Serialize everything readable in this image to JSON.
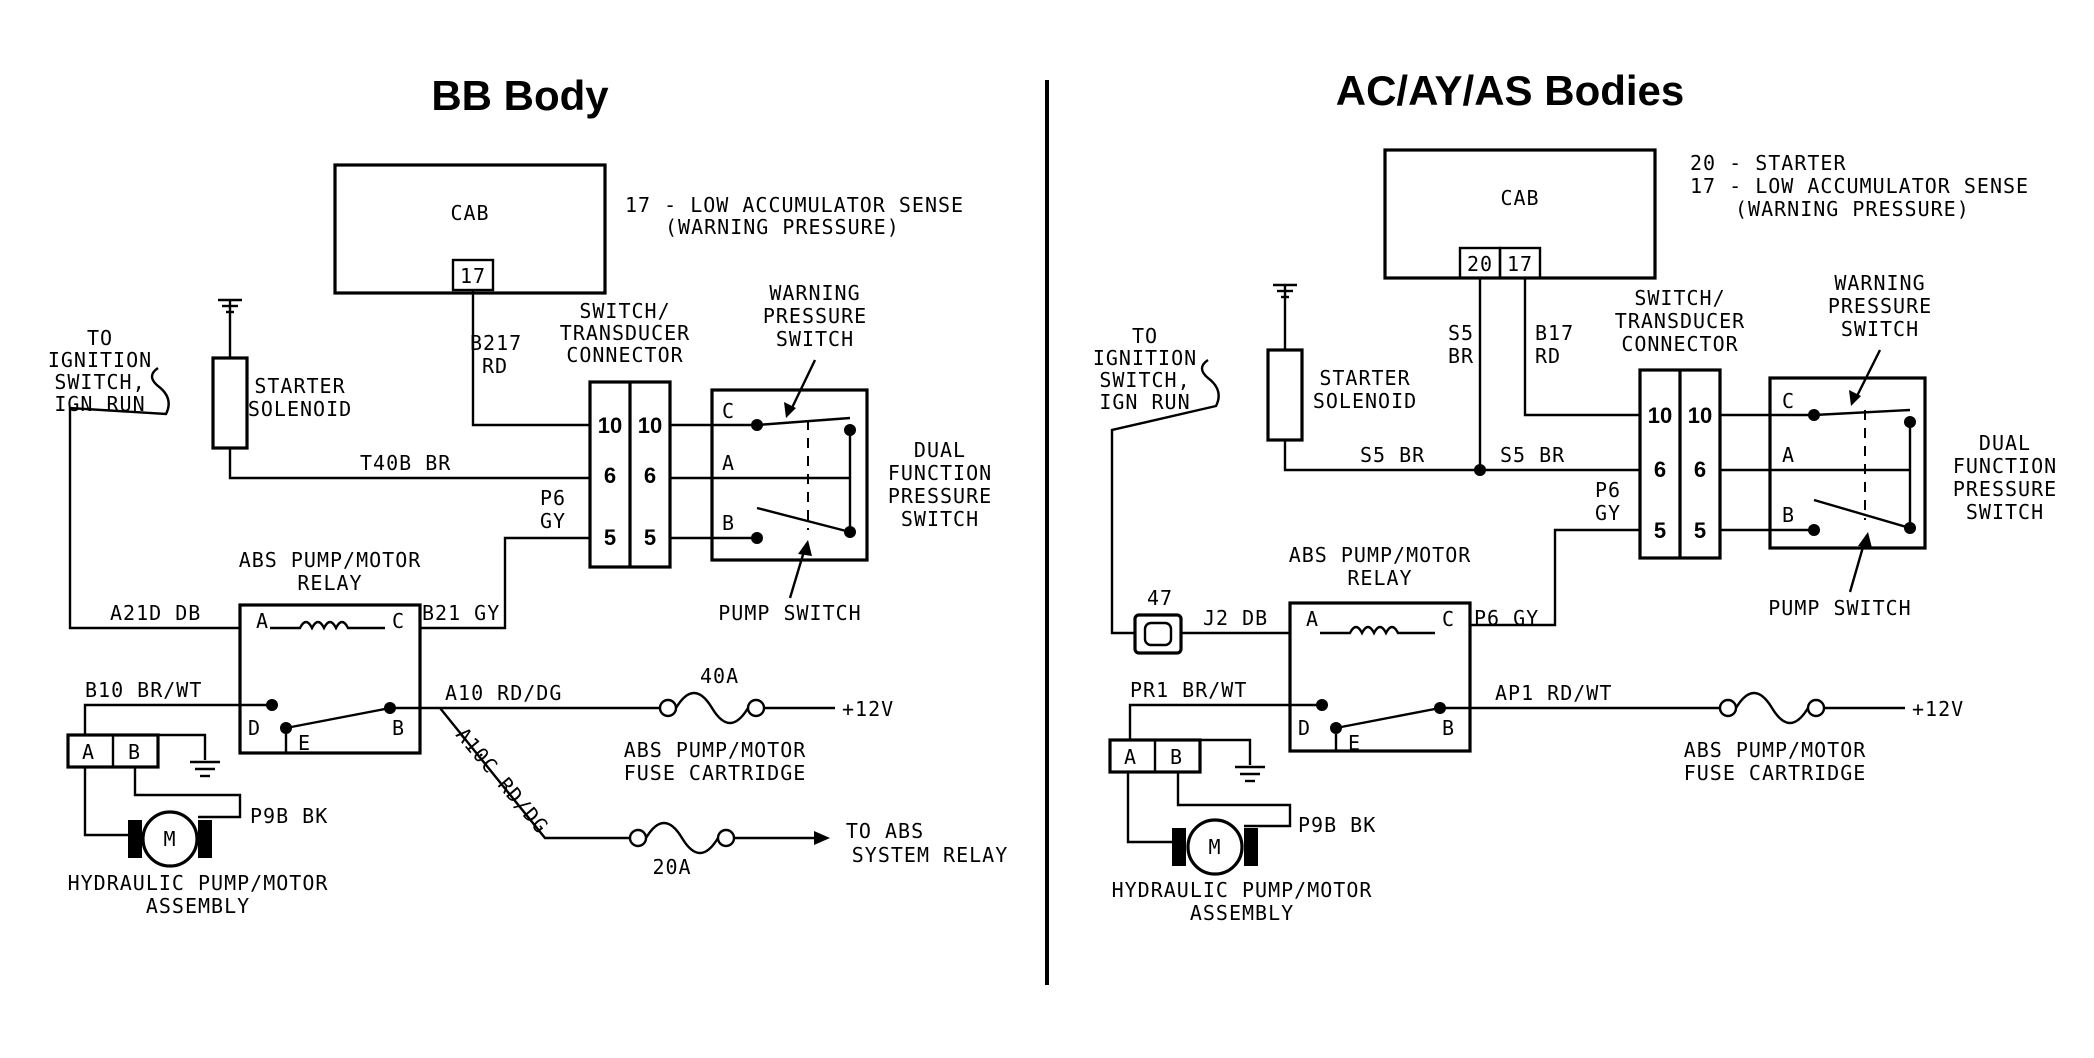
{
  "left": {
    "title": "BB Body",
    "cab": "CAB",
    "cab_pin": "17",
    "cab_note": [
      "17 - LOW ACCUMULATOR SENSE",
      "(WARNING PRESSURE)"
    ],
    "wire_cab": [
      "B217",
      "RD"
    ],
    "connector": [
      "SWITCH/",
      "TRANSDUCER",
      "CONNECTOR"
    ],
    "conn_pins": [
      "10",
      "6",
      "5"
    ],
    "warning_switch": [
      "WARNING",
      "PRESSURE",
      "SWITCH"
    ],
    "dual_switch": [
      "DUAL",
      "FUNCTION",
      "PRESSURE",
      "SWITCH"
    ],
    "switch_terms": [
      "C",
      "A",
      "B"
    ],
    "pump_switch": "PUMP SWITCH",
    "ignition": [
      "TO",
      "IGNITION",
      "SWITCH,",
      "IGN RUN"
    ],
    "starter": [
      "STARTER",
      "SOLENOID"
    ],
    "wire_starter": "T40B BR",
    "wire_p6": [
      "P6",
      "GY"
    ],
    "relay": [
      "ABS PUMP/MOTOR",
      "RELAY"
    ],
    "relay_terms": [
      "A",
      "C",
      "D",
      "E",
      "B"
    ],
    "wire_a21d": "A21D DB",
    "wire_b21": "B21 GY",
    "wire_b10": "B10 BR/WT",
    "wire_a10": "A10 RD/DG",
    "wire_a10c": "A10C RD/DG",
    "fuse_40": "40A",
    "v12": "+12V",
    "fuse_cart": [
      "ABS PUMP/MOTOR",
      "FUSE CARTRIDGE"
    ],
    "fuse_20": "20A",
    "to_abs": [
      "TO ABS",
      "SYSTEM RELAY"
    ],
    "motor_conn": [
      "A",
      "B"
    ],
    "motor": "M",
    "wire_p9b": "P9B BK",
    "pump_assy": [
      "HYDRAULIC PUMP/MOTOR",
      "ASSEMBLY"
    ]
  },
  "right": {
    "title": "AC/AY/AS Bodies",
    "cab": "CAB",
    "cab_pins": [
      "20",
      "17"
    ],
    "cab_note": [
      "20 - STARTER",
      "17 - LOW ACCUMULATOR SENSE",
      "(WARNING PRESSURE)"
    ],
    "wire_s5v": [
      "S5",
      "BR"
    ],
    "wire_b17": [
      "B17",
      "RD"
    ],
    "connector": [
      "SWITCH/",
      "TRANSDUCER",
      "CONNECTOR"
    ],
    "conn_pins": [
      "10",
      "6",
      "5"
    ],
    "warning_switch": [
      "WARNING",
      "PRESSURE",
      "SWITCH"
    ],
    "dual_switch": [
      "DUAL",
      "FUNCTION",
      "PRESSURE",
      "SWITCH"
    ],
    "switch_terms": [
      "C",
      "A",
      "B"
    ],
    "pump_switch": "PUMP SWITCH",
    "ignition": [
      "TO",
      "IGNITION",
      "SWITCH,",
      "IGN RUN"
    ],
    "starter": [
      "STARTER",
      "SOLENOID"
    ],
    "wire_s5a": "S5 BR",
    "wire_s5b": "S5 BR",
    "wire_p6": [
      "P6",
      "GY"
    ],
    "relay": [
      "ABS PUMP/MOTOR",
      "RELAY"
    ],
    "relay_terms": [
      "A",
      "C",
      "D",
      "E",
      "B"
    ],
    "splice": "47",
    "wire_j2": "J2 DB",
    "wire_p6gy": "P6 GY",
    "wire_pr1": "PR1 BR/WT",
    "wire_ap1": "AP1 RD/WT",
    "v12": "+12V",
    "fuse_cart": [
      "ABS PUMP/MOTOR",
      "FUSE CARTRIDGE"
    ],
    "motor_conn": [
      "A",
      "B"
    ],
    "motor": "M",
    "wire_p9b": "P9B BK",
    "pump_assy": [
      "HYDRAULIC PUMP/MOTOR",
      "ASSEMBLY"
    ]
  }
}
